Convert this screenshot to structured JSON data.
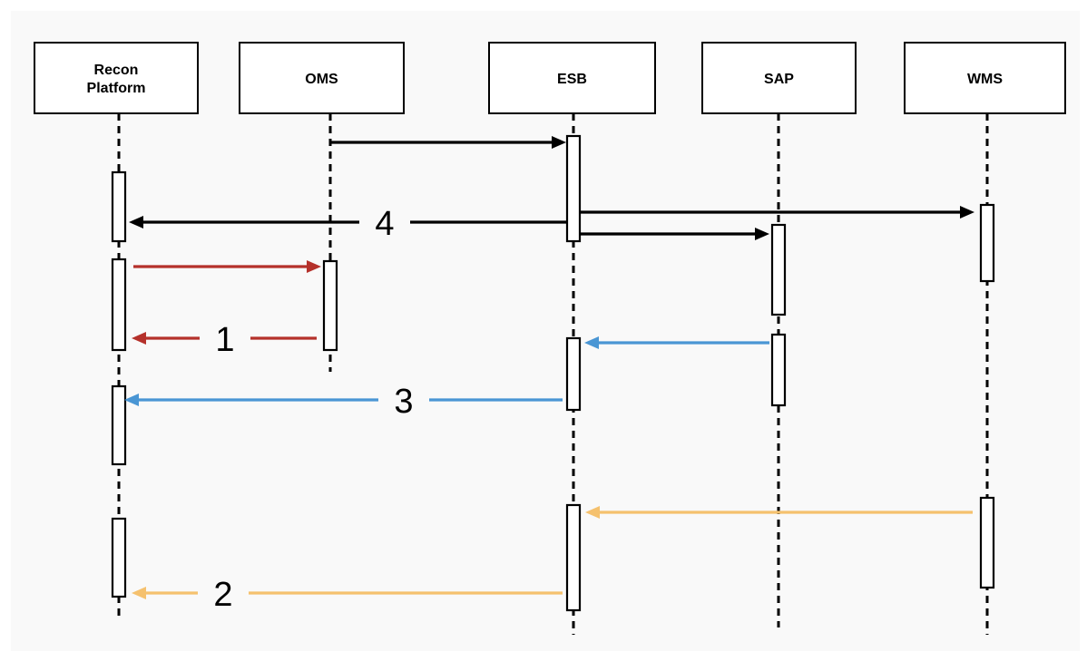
{
  "diagram": {
    "type": "sequence",
    "background": "#f9f9f9",
    "participants": [
      {
        "id": "recon",
        "lines": [
          "Recon",
          "Platform"
        ]
      },
      {
        "id": "oms",
        "lines": [
          "OMS"
        ]
      },
      {
        "id": "esb",
        "lines": [
          "ESB"
        ]
      },
      {
        "id": "sap",
        "lines": [
          "SAP"
        ]
      },
      {
        "id": "wms",
        "lines": [
          "WMS"
        ]
      }
    ],
    "messages": [
      {
        "from": "oms",
        "to": "esb",
        "color": "#000000",
        "label": ""
      },
      {
        "from": "esb",
        "to": "wms",
        "color": "#000000",
        "label": ""
      },
      {
        "from": "esb",
        "to": "recon",
        "color": "#000000",
        "label": "4"
      },
      {
        "from": "esb",
        "to": "sap",
        "color": "#000000",
        "label": ""
      },
      {
        "from": "recon",
        "to": "oms",
        "color": "#b5312b",
        "label": ""
      },
      {
        "from": "oms",
        "to": "recon",
        "color": "#b5312b",
        "label": "1"
      },
      {
        "from": "sap",
        "to": "esb",
        "color": "#4a96d4",
        "label": ""
      },
      {
        "from": "esb",
        "to": "recon",
        "color": "#4a96d4",
        "label": "3"
      },
      {
        "from": "wms",
        "to": "esb",
        "color": "#f5c16e",
        "label": ""
      },
      {
        "from": "esb",
        "to": "recon",
        "color": "#f5c16e",
        "label": "2"
      }
    ]
  }
}
